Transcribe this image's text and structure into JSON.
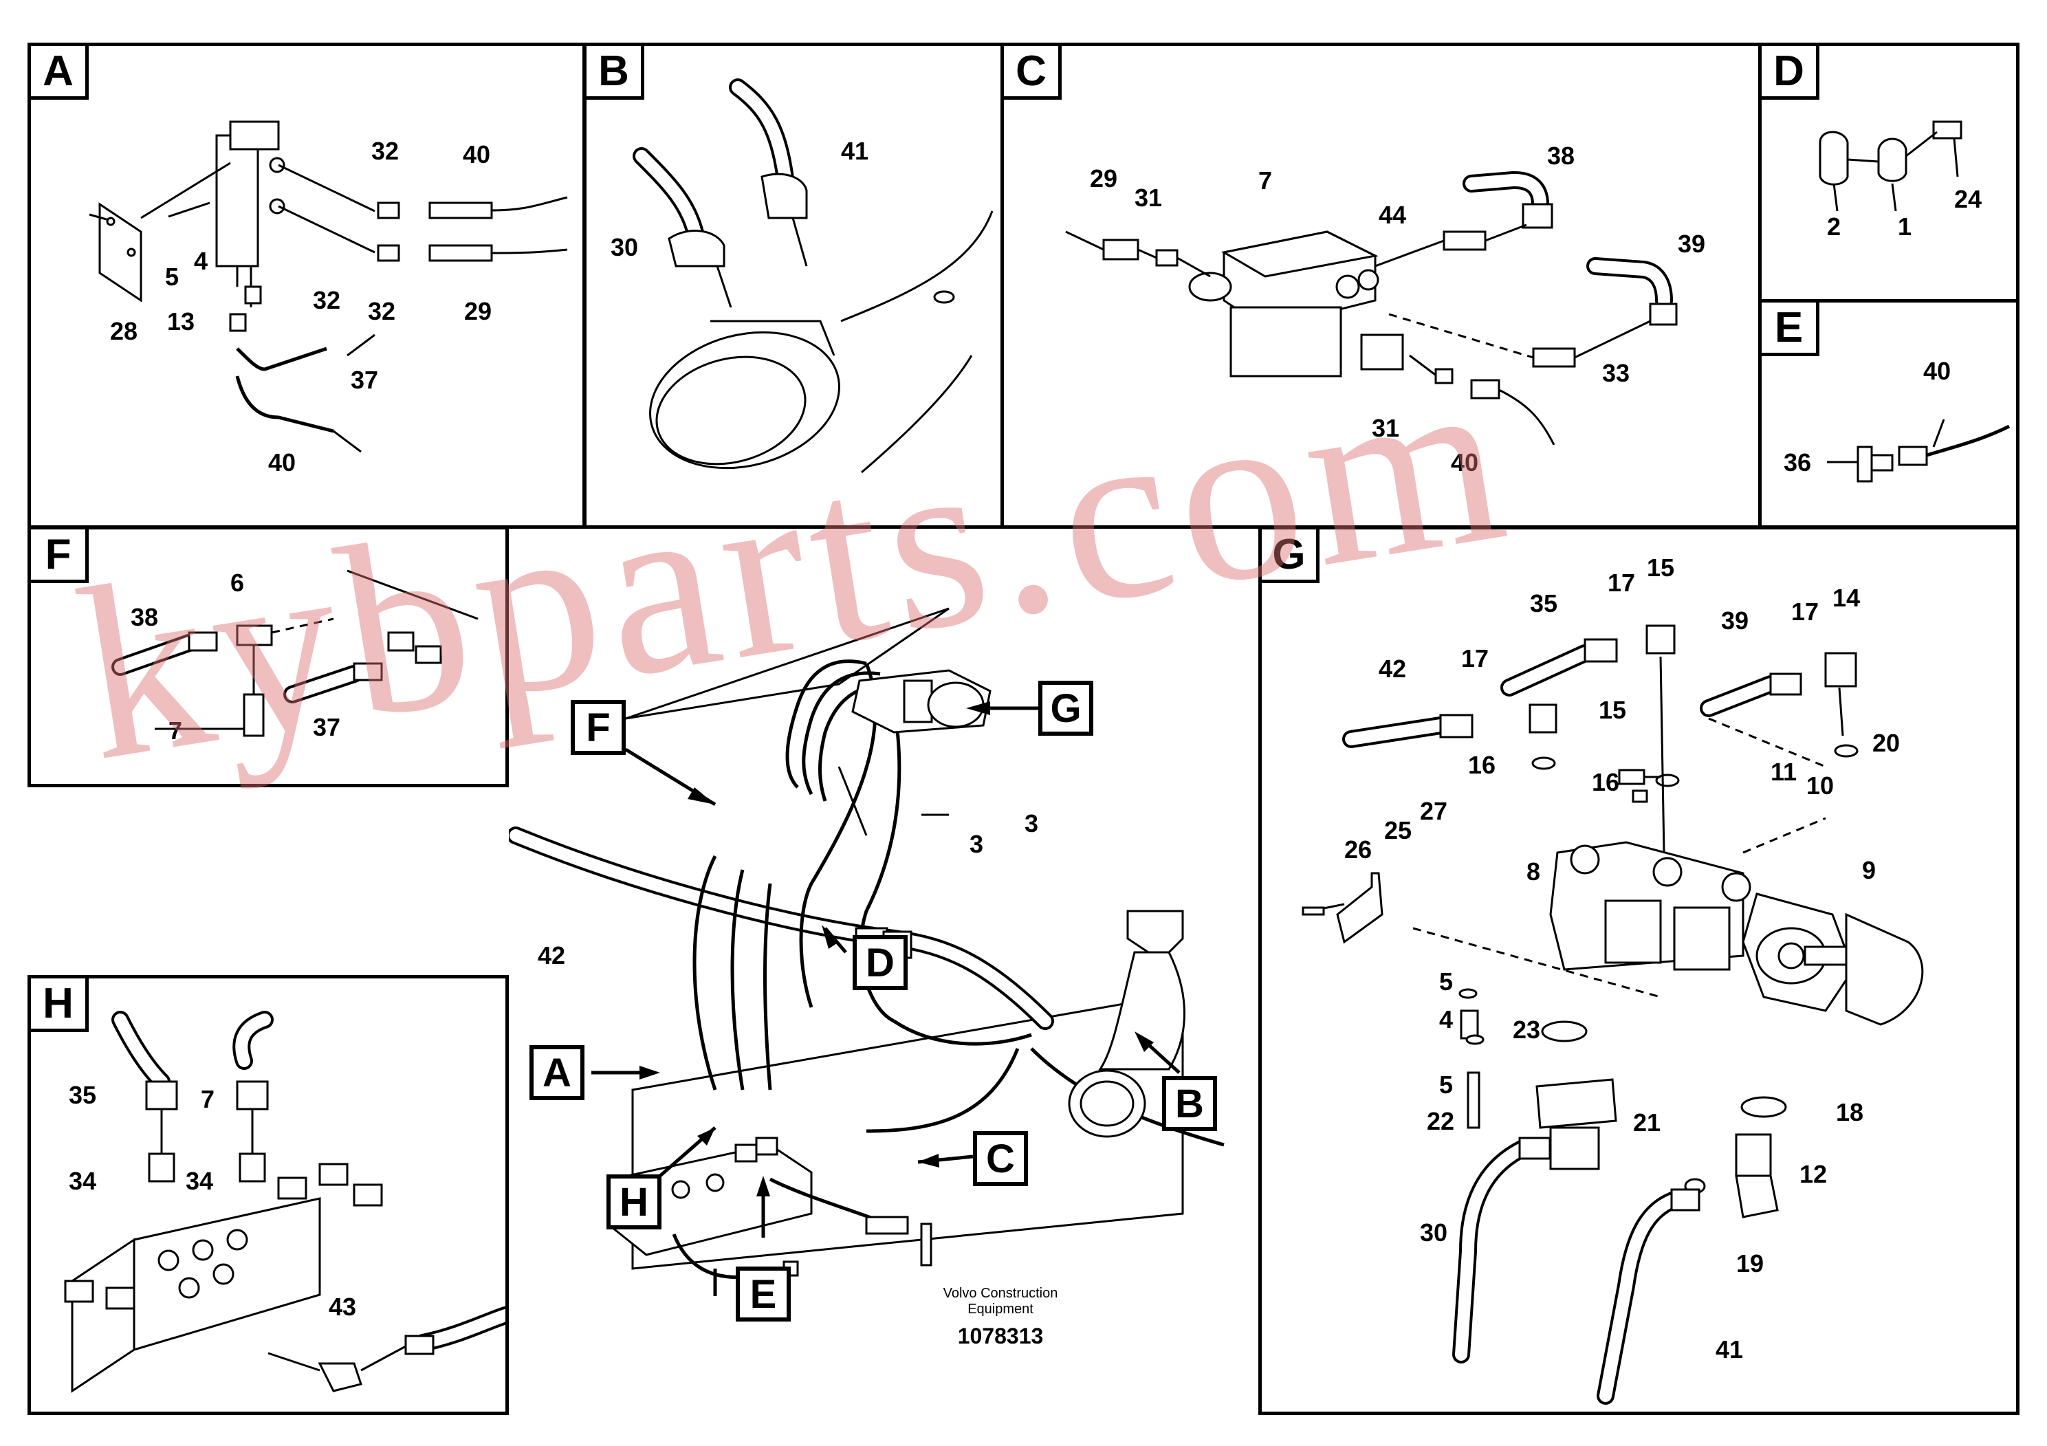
{
  "panels": {
    "A": {
      "tag": "A",
      "labels": [
        "32",
        "40",
        "5",
        "4",
        "28",
        "13",
        "32",
        "32",
        "29",
        "37",
        "40"
      ]
    },
    "B": {
      "tag": "B",
      "labels": [
        "41",
        "30"
      ]
    },
    "C": {
      "tag": "C",
      "labels": [
        "7",
        "38",
        "29",
        "31",
        "44",
        "39",
        "33",
        "31",
        "40"
      ]
    },
    "D": {
      "tag": "D",
      "labels": [
        "2",
        "1",
        "24"
      ]
    },
    "E": {
      "tag": "E",
      "labels": [
        "40",
        "36"
      ]
    },
    "F": {
      "tag": "F",
      "labels": [
        "6",
        "38",
        "7",
        "37"
      ]
    },
    "G": {
      "tag": "G",
      "labels": [
        "17",
        "15",
        "35",
        "17",
        "14",
        "42",
        "39",
        "17",
        "15",
        "20",
        "16",
        "16",
        "11",
        "10",
        "26",
        "25",
        "27",
        "8",
        "9",
        "5",
        "4",
        "23",
        "5",
        "18",
        "22",
        "21",
        "12",
        "30",
        "19",
        "41"
      ]
    },
    "H": {
      "tag": "H",
      "labels": [
        "35",
        "7",
        "34",
        "34",
        "43"
      ]
    }
  },
  "overview": {
    "callouts": [
      "G",
      "F",
      "D",
      "A",
      "B",
      "C",
      "H",
      "E"
    ],
    "labels": [
      "3",
      "3",
      "42"
    ]
  },
  "footer": {
    "company_line1": "Volvo Construction",
    "company_line2": "Equipment",
    "drawing_number": "1078313"
  },
  "watermark": "kybparts.com"
}
